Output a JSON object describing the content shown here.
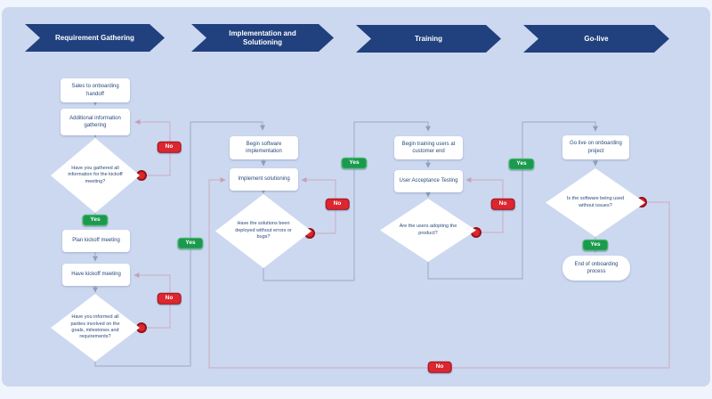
{
  "title": "Onboarding process flowchart",
  "colors": {
    "canvas_bg": "#ccd8f0",
    "page_bg": "#f0f4fc",
    "banner_navy": "#21407e",
    "node_fill": "#ffffff",
    "node_text": "#2a4a7b",
    "yes_green": "#1b9a4e",
    "no_red": "#dc2630",
    "flow_line": "#a6b2c8",
    "no_line": "#ccb3c6",
    "connector_dot": "#e0252b"
  },
  "phases": [
    {
      "label": "Requirement Gathering"
    },
    {
      "label": "Implementation and Solutioning"
    },
    {
      "label": "Training"
    },
    {
      "label": "Go-live"
    }
  ],
  "nodes": {
    "sales_handoff": "Sales to onboarding handoff",
    "additional_info": "Additional information gathering",
    "plan_kickoff": "Plan kickoff meeting",
    "have_kickoff": "Have kickoff meeting",
    "begin_software": "Begin software implementation",
    "implement_solutioning": "Implement solutioning",
    "begin_training": "Begin training users at customer end",
    "uat": "User Acceptance Testing",
    "go_live": "Go live on onboarding project",
    "end": "End of onboarding process"
  },
  "decisions": {
    "gathered_info": "Have you gathered all information for the kickoff meeting?",
    "informed_parties": "Have you informed all parties involved on the goals, milestones and requirements?",
    "deployed_clean": "Have the solutions been deployed without errors or bugs?",
    "users_adopting": "Are the users adopting the product?",
    "software_issues": "Is the software being used without issues?"
  },
  "labels": {
    "yes": "Yes",
    "no": "No"
  }
}
